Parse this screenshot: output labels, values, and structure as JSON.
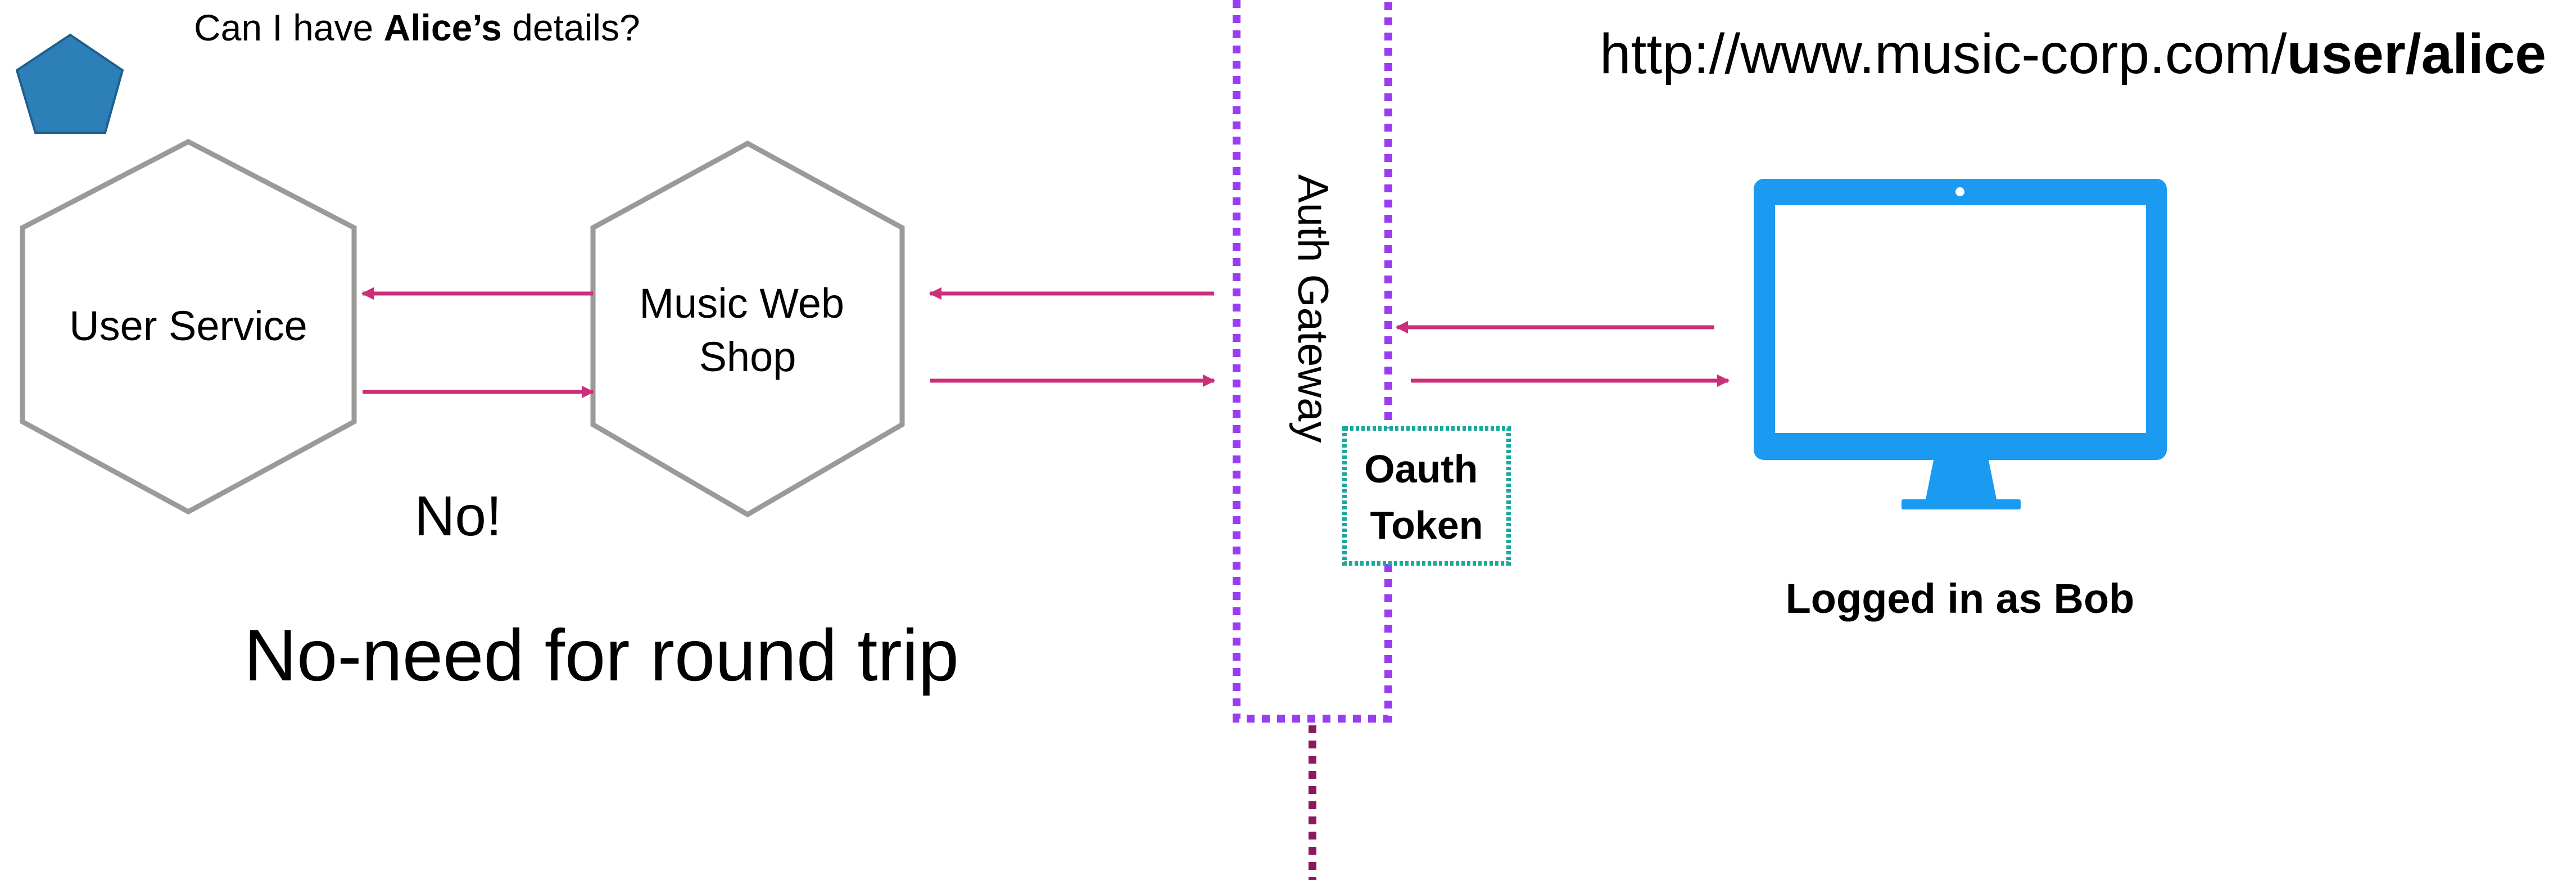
{
  "question": {
    "pre": "Can I have ",
    "name": "Alice’s",
    "post": " details?"
  },
  "url": {
    "base": "http://www.music-corp.com/",
    "path": "user/alice"
  },
  "nodes": {
    "user_service": "User Service",
    "music_web_shop": [
      "Music Web",
      "Shop"
    ],
    "auth_gateway": "Auth Gateway",
    "oauth_token": [
      "Oauth",
      "Token"
    ]
  },
  "answer": "No!",
  "caption": "No-need for round trip",
  "logged_in": "Logged in as Bob",
  "colors": {
    "arrow": "#cc2e7a",
    "gateway_border": "#9a3cf2",
    "token_border": "#1aa89a",
    "monitor": "#1a9af0",
    "pentagon": "#2d7fb8",
    "hexagon_stroke": "#9a9a9a",
    "lower_dots": "#8b1a5c"
  },
  "icons": [
    "pentagon-icon",
    "monitor-icon"
  ]
}
